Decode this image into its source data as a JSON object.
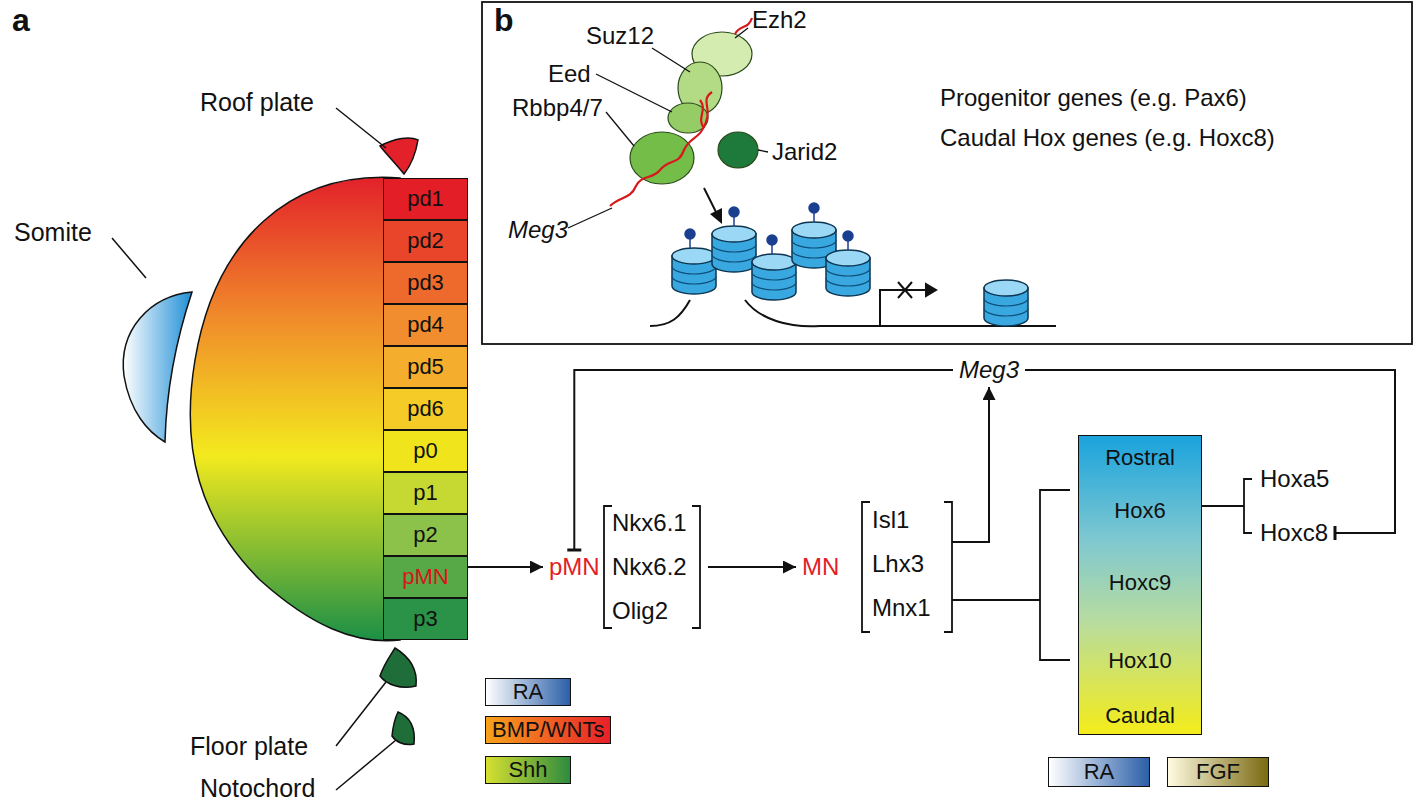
{
  "diagram": {
    "nodes": [
      {
        "text": [
          "pd1"
        ]
      },
      {
        "text": [
          "pd2"
        ]
      },
      {
        "text": [
          "pd3"
        ]
      },
      {
        "text": [
          "pd4"
        ]
      },
      {
        "text": [
          "pd5"
        ]
      },
      {
        "text": [
          "pd6"
        ]
      },
      {
        "text": [
          "p0"
        ]
      },
      {
        "text": [
          "p1"
        ]
      },
      {
        "text": [
          "p2"
        ]
      },
      {
        "text": [
          "pMN"
        ]
      },
      {
        "text": [
          "p3"
        ]
      },
      {
        "text": [
          "pMN"
        ]
      },
      {
        "text": [
          "Nkx6.1",
          "Nkx6.2",
          "Olig2"
        ]
      },
      {
        "text": [
          "MN"
        ]
      },
      {
        "text": [
          "Isl1",
          "Lhx3",
          "Mnx1"
        ]
      },
      {
        "text": [
          "Meg3"
        ]
      },
      {
        "text": [
          "Rostral",
          "Hox6",
          "Hoxc9",
          "Hox10",
          "Caudal"
        ]
      },
      {
        "text": [
          "Hoxa5"
        ]
      },
      {
        "text": [
          "Hoxc8"
        ]
      }
    ],
    "edges": [
      {
        "from": 9,
        "to": 11,
        "arrow": "to"
      },
      {
        "from": 12,
        "to": 13,
        "arrow": "to"
      },
      {
        "from": 14,
        "to": 15,
        "arrow": "to"
      },
      {
        "from": 15,
        "to": 11,
        "arrow": "to"
      },
      {
        "from": 15,
        "to": 18,
        "arrow": "to"
      }
    ],
    "labels": [
      "a",
      "Roof plate",
      "Somite",
      "Floor plate",
      "Notochord",
      "b",
      "Suz12",
      "Ezh2",
      "Eed",
      "Rbbp4/7",
      "Jarid2",
      "Meg3",
      "Progenitor genes (e.g. Pax6)",
      "Caudal Hox genes (e.g. Hoxc8)"
    ],
    "legend": [
      {
        "text": "RA",
        "color": "#2b5fa8"
      },
      {
        "text": "BMP/WNTs",
        "color": "#e8202a"
      },
      {
        "text": "Shh",
        "color": "#2e8b3e"
      },
      {
        "text": "RA",
        "color": "#2b5fa8"
      },
      {
        "text": "FGF",
        "color": "#7a6a12"
      }
    ]
  }
}
